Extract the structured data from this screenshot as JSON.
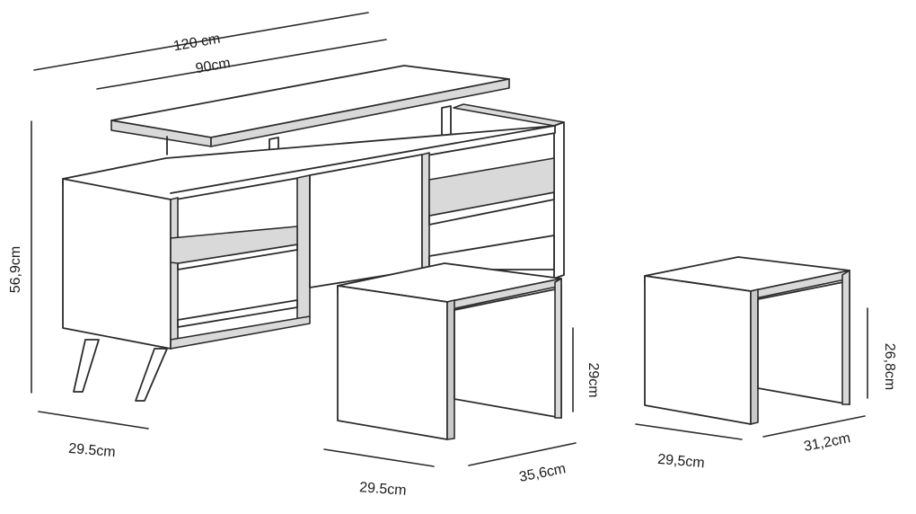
{
  "dimensions": {
    "tv_unit_total_width": "120 cm",
    "tv_unit_top_width": "90cm",
    "tv_unit_height": "56,9cm",
    "tv_unit_depth": "29.5cm",
    "stool_a_height": "29cm",
    "stool_a_width": "29.5cm",
    "stool_a_depth": "35,6cm",
    "stool_b_height": "26,8cm",
    "stool_b_width": "29,5cm",
    "stool_b_depth": "31,2cm"
  }
}
